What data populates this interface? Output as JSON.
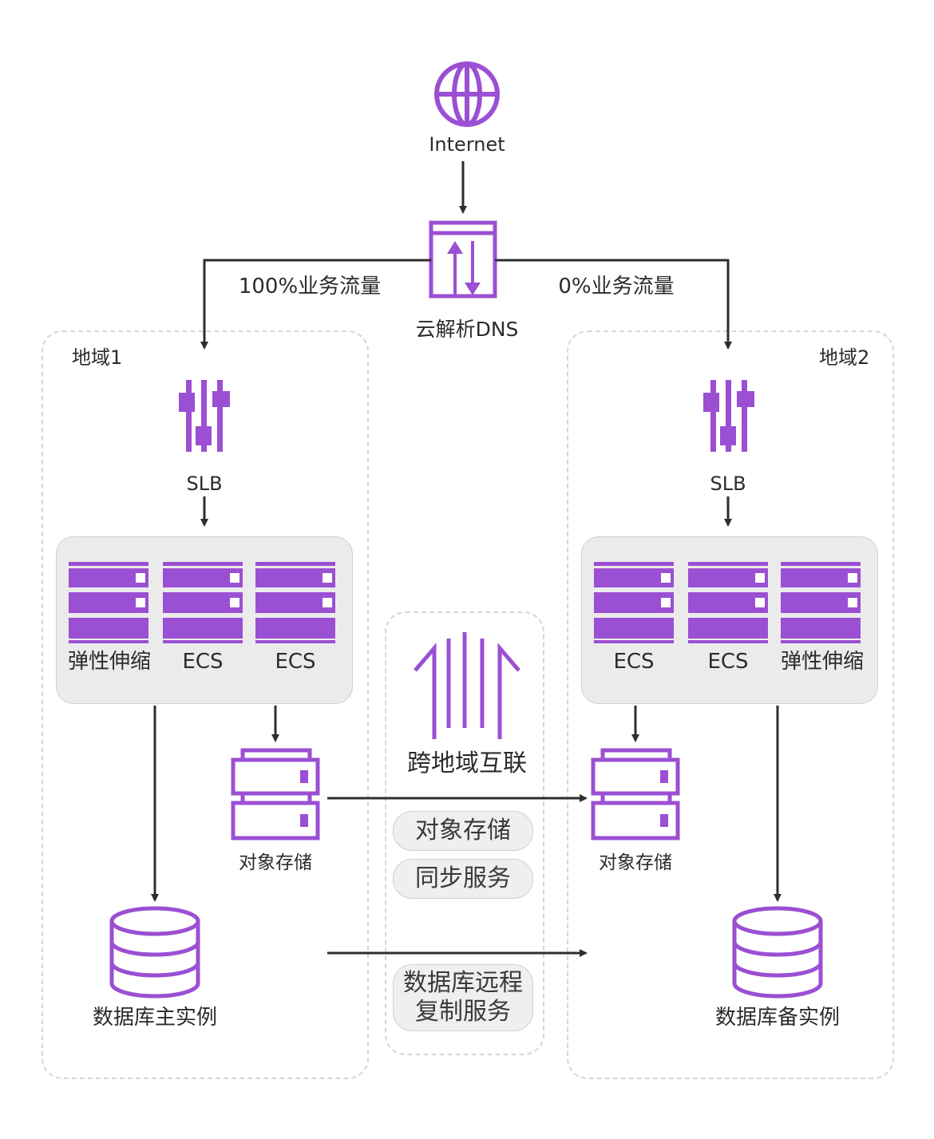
{
  "internet": {
    "label": "Internet"
  },
  "dns": {
    "label": "云解析DNS"
  },
  "traffic": {
    "left": "100%业务流量",
    "right": "0%业务流量"
  },
  "region1": {
    "title": "地域1",
    "slb": "SLB",
    "servers": [
      "弹性伸缩",
      "ECS",
      "ECS"
    ],
    "storage": "对象存储",
    "database": "数据库主实例"
  },
  "region2": {
    "title": "地域2",
    "slb": "SLB",
    "servers": [
      "ECS",
      "ECS",
      "弹性伸缩"
    ],
    "storage": "对象存储",
    "database": "数据库备实例"
  },
  "interconnect": {
    "label": "跨地域互联",
    "sync_line1": "对象存储",
    "sync_line2": "同步服务",
    "replication_line1": "数据库远程",
    "replication_line2": "复制服务"
  },
  "colors": {
    "accent": "#9b4fd3",
    "arrow": "#2e2e2e"
  }
}
